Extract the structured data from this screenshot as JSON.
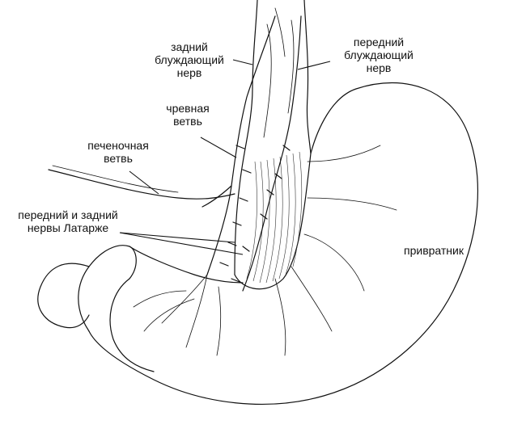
{
  "labels": {
    "posterior_vagus": "задний\nблуждающий\nнерв",
    "anterior_vagus": "передний\nблуждающий\nнерв",
    "celiac_branch": "чревная\nветвь",
    "hepatic_branch": "печеночная\nветвь",
    "latarjet_nerves": "передний и задний\nнервы Латарже",
    "pylorus": "привратник"
  }
}
